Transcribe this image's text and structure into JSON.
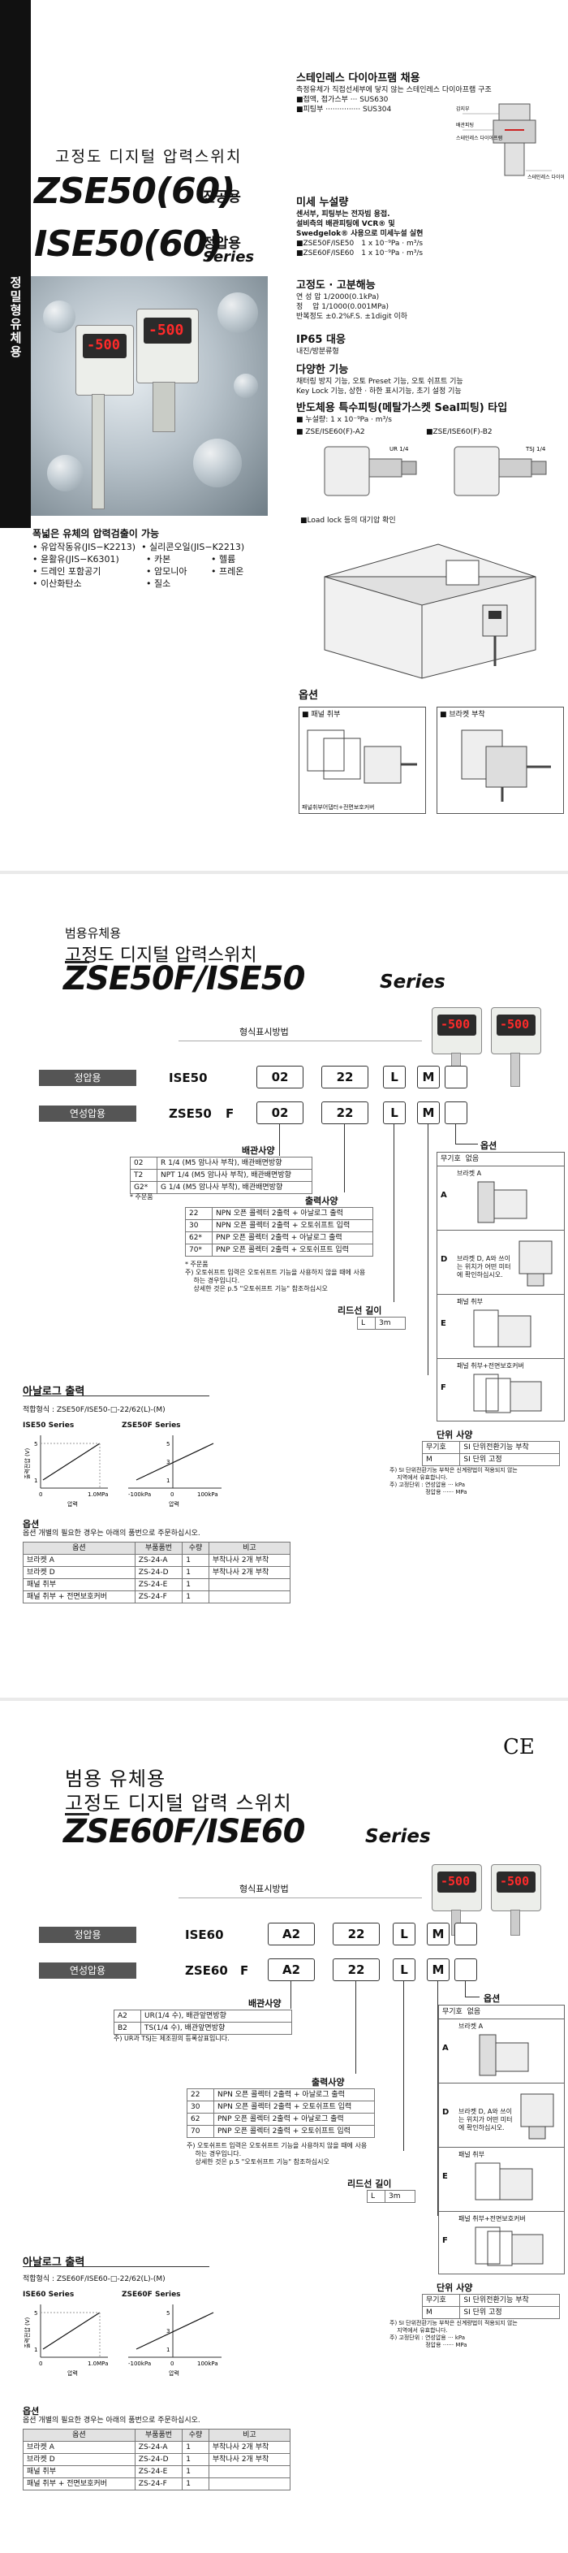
{
  "hero": {
    "title_kr": "고정도 디지털 압력스위치",
    "model1": "ZSE50(60)",
    "model1_suffix": "진공용",
    "model2": "ISE50(60)",
    "model2_suffix": "정압용",
    "series": "Series",
    "side_label": "정밀형유체용",
    "caption": "폭넓은 유체의 압력검출이 가능",
    "fluids": [
      [
        "• 유압작동유(JIS−K2213)",
        "• 실리콘오일(JIS−K2213)"
      ],
      [
        "• 윤활유(JIS−K6301)",
        "• 카본",
        "• 헬륨"
      ],
      [
        "• 드레인 포함공기",
        "• 암모니아",
        "• 프레온"
      ],
      [
        "• 이산화탄소",
        "• 질소"
      ]
    ]
  },
  "features": {
    "diaphragm": {
      "title": "스테인레스 다이아프램 채용",
      "desc": "측정유체가 직접선세부에 닿지 않는 스테인레스 다이아프램 구조",
      "items": [
        "■접액, 접가스부 ··· SUS630",
        "■피팅부 ··············· SUS304"
      ],
      "fig_labels": [
        "스테인레스 다이아프램",
        "배관피팅",
        "감지부",
        "스테인레스 다이아프램"
      ]
    },
    "leak": {
      "title": "미세 누설량",
      "lines": [
        "센서부, 피팅부는 전자빔 용접.",
        "설비측의 배관피팅에 VCR® 및",
        "Swedgelok® 사용으로 미세누설 실현"
      ],
      "specs": [
        "■ZSE50F/ISE50　1 x 10⁻⁹Pa · m³/s",
        "■ZSE60F/ISE60　1 x 10⁻⁹Pa · m³/s"
      ]
    },
    "precision": {
      "title": "고정도 · 고분해능",
      "lines": [
        "연 성 압 1/2000(0.1kPa)",
        "정　 압 1/1000(0.001MPa)",
        "반복정도 ±0.2%F.S. ±1digit 이하"
      ]
    },
    "ip": {
      "title": "IP65 대응",
      "desc": "내진/방분류형"
    },
    "multi": {
      "title": "다양한 기능",
      "lines": [
        "채터링 방지 기능, 오토 Preset 기능, 오토 쉬프트 기능",
        "Key Lock 기능, 상한 · 하한 표시기능, 초기 설정 기능"
      ]
    },
    "semi": {
      "title": "반도체용 특수피팅(메탈가스켓 Seal피팅) 타입",
      "leak": "■ 누설량: 1 x 10⁻⁹Pa · m³/s",
      "fig_a": "■ ZSE/ISE60(F)-A2",
      "fig_b": "■ZSE/ISE60(F)-B2",
      "fig_a_note": "UR 1/4",
      "fig_b_note": "TSJ 1/4"
    },
    "load_lock": "■Load lock 등의 대기압 확인",
    "option_title": "옵션",
    "option_a": "■ 패널 취부",
    "option_b": "■ 브라켓 부착",
    "option_a_note": "패널취부어댑터+전면보호커버"
  },
  "zse50": {
    "pre": "범용유체용",
    "title": "고정도 디지털 압력스위치",
    "model": "ZSE50F/ISE50",
    "series": "Series",
    "howto": "형식표시방법",
    "rows": [
      {
        "label": "정압용",
        "base": "ISE50",
        "codes": [
          "02",
          "22",
          "L",
          "M"
        ]
      },
      {
        "label": "연성압용",
        "base": "ZSE50",
        "f": "F",
        "codes": [
          "02",
          "22",
          "L",
          "M"
        ]
      }
    ],
    "pipe_title": "배관사양",
    "pipe": [
      [
        "02",
        "R 1/4 (M5 암나사 부착), 배관배면방향"
      ],
      [
        "T2",
        "NPT 1/4 (M5 암나사 부착), 배관배면방향"
      ],
      [
        "G2*",
        "G 1/4 (M5 암나사 부착), 배관배면방향"
      ]
    ],
    "pipe_note": "* 주문품",
    "out_title": "출력사양",
    "out": [
      [
        "22",
        "NPN 오픈 콜렉터 2출력 + 아날로그 출력"
      ],
      [
        "30",
        "NPN 오픈 콜렉터 2출력 + 오토쉬프트 입력"
      ],
      [
        "62*",
        "PNP 오픈 콜렉터 2출력 + 아날로그 출력"
      ],
      [
        "70*",
        "PNP 오픈 콜렉터 2출력 + 오토쉬프트 입력"
      ]
    ],
    "out_note": [
      "* 주문품",
      "주) 오토쉬프트 입력은 오토쉬프트 기능을 사용하지 않을 때에 사용",
      "　 하는 경우입니다.",
      "　 상세한 것은 p.5 \"오토쉬프트 기능\" 참조하십시오"
    ],
    "lead_title": "리드선 길이",
    "lead": [
      [
        "L",
        "3m"
      ]
    ],
    "opt_title": "옵션",
    "opt_head": [
      "무기호",
      "없음"
    ],
    "opts": [
      [
        "A",
        "브라켓 A"
      ],
      [
        "D",
        "브라켓 D, A와 쓰이는 위치가 어떤 미터에 확인하십시오."
      ],
      [
        "E",
        "패널 취부"
      ],
      [
        "F",
        "패널 취부+전면보호커버"
      ]
    ],
    "unit_title": "단위 사양",
    "unit": [
      [
        "무기호",
        "SI 단위전환기능 부착"
      ],
      [
        "M",
        "SI 단위 고정"
      ]
    ],
    "unit_note": [
      "주) SI 단위전환기능 부착은 신계량법이 적용되지 않는",
      "　 지역에서 유효합니다.",
      "주) 고정단위 : 연성압용 ··· kPa",
      "　　　　　　 정압용 ······ MPa"
    ],
    "analog_title": "아날로그 출력",
    "analog_sub": "적합형식 : ZSE50F/ISE50-□-22/62(L)-(M)",
    "graph1_title": "ISE50 Series",
    "graph2_title": "ZSE50F Series",
    "graph_ylabel": "출력전압 (V)",
    "graph_x": "압력",
    "g1_ticks": [
      "5",
      "1"
    ],
    "g1_x": [
      "0",
      "1.0MPa"
    ],
    "g2_ticks": [
      "5",
      "3",
      "1"
    ],
    "g2_x": [
      "-100kPa",
      "0",
      "100kPa"
    ],
    "acc_title": "옵션",
    "acc_desc": "옵션 개별의 필요한 경우는 아래의 품번으로 주문하십시오.",
    "acc_head": [
      "옵션",
      "부품품번",
      "수량",
      "비고"
    ],
    "acc": [
      [
        "브라켓 A",
        "ZS-24-A",
        "1",
        "부착나사 2개 부착"
      ],
      [
        "브라켓 D",
        "ZS-24-D",
        "1",
        "부착나사 2개 부착"
      ],
      [
        "패널 취부",
        "ZS-24-E",
        "1",
        ""
      ],
      [
        "패널 취부 + 전면보호커버",
        "ZS-24-F",
        "1",
        ""
      ]
    ]
  },
  "zse60": {
    "pre": "범용 유체용",
    "title": "고정도 디지털 압력 스위치",
    "model": "ZSE60F/ISE60",
    "series": "Series",
    "ce": "CE",
    "howto": "형식표시방법",
    "rows": [
      {
        "label": "정압용",
        "base": "ISE60",
        "codes": [
          "A2",
          "22",
          "L",
          "M"
        ]
      },
      {
        "label": "연성압용",
        "base": "ZSE60",
        "f": "F",
        "codes": [
          "A2",
          "22",
          "L",
          "M"
        ]
      }
    ],
    "pipe_title": "배관사양",
    "pipe": [
      [
        "A2",
        "UR(1/4 수), 배관앞면방향"
      ],
      [
        "B2",
        "TS(1/4 수), 배관앞면방향"
      ]
    ],
    "pipe_note": "주) UR과 TSJ는 제조원의 등록상표입니다.",
    "out_title": "출력사양",
    "out": [
      [
        "22",
        "NPN 오픈 콜렉터 2출력 + 아날로그 출력"
      ],
      [
        "30",
        "NPN 오픈 콜렉터 2출력 + 오토쉬프트 입력"
      ],
      [
        "62",
        "PNP 오픈 콜렉터 2출력 + 아날로그 출력"
      ],
      [
        "70",
        "PNP 오픈 콜렉터 2출력 + 오토쉬프트 입력"
      ]
    ],
    "out_note": [
      "주) 오토쉬프트 입력은 오토쉬프트 기능을 사용하지 않을 때에 사용",
      "　 하는 경우입니다.",
      "　 상세한 것은 p.5 \"오토쉬프트 기능\" 참조하십시오"
    ],
    "lead_title": "리드선 길이",
    "lead": [
      [
        "L",
        "3m"
      ]
    ],
    "opt_title": "옵션",
    "opt_head": [
      "무기호",
      "없음"
    ],
    "opts": [
      [
        "A",
        "브라켓 A"
      ],
      [
        "D",
        "브라켓 D, A와 쓰이는 위치가 어떤 미터에 확인하십시오."
      ],
      [
        "E",
        "패널 취부"
      ],
      [
        "F",
        "패널 취부+전면보호커버"
      ]
    ],
    "unit_title": "단위 사양",
    "unit": [
      [
        "무기호",
        "SI 단위전환기능 부착"
      ],
      [
        "M",
        "SI 단위 고정"
      ]
    ],
    "unit_note": [
      "주) SI 단위전환기능 부착은 신계량법이 적용되지 않는",
      "　 지역에서 유효합니다.",
      "주) 고정단위 : 연성압용 ··· kPa",
      "　　　　　　 정압용 ······ MPa"
    ],
    "analog_title": "아날로그 출력",
    "analog_sub": "적합형식 : ZSE60F/ISE60-□-22/62(L)-(M)",
    "graph1_title": "ISE60 Series",
    "graph2_title": "ZSE60F Series",
    "graph_ylabel": "출력전압 (V)",
    "graph_x": "압력",
    "g1_ticks": [
      "5",
      "1"
    ],
    "g1_x": [
      "0",
      "1.0MPa"
    ],
    "g2_ticks": [
      "5",
      "3",
      "1"
    ],
    "g2_x": [
      "-100kPa",
      "0",
      "100kPa"
    ],
    "acc_title": "옵션",
    "acc_desc": "옵션 개별의 필요한 경우는 아래의 품번으로 주문하십시오.",
    "acc_head": [
      "옵션",
      "부품품번",
      "수량",
      "비고"
    ],
    "acc": [
      [
        "브라켓 A",
        "ZS-24-A",
        "1",
        "부착나사 2개 부착"
      ],
      [
        "브라켓 D",
        "ZS-24-D",
        "1",
        "부착나사 2개 부착"
      ],
      [
        "패널 취부",
        "ZS-24-E",
        "1",
        ""
      ],
      [
        "패널 취부 + 전면보호커버",
        "ZS-24-F",
        "1",
        ""
      ]
    ]
  },
  "display_digits": "-500"
}
